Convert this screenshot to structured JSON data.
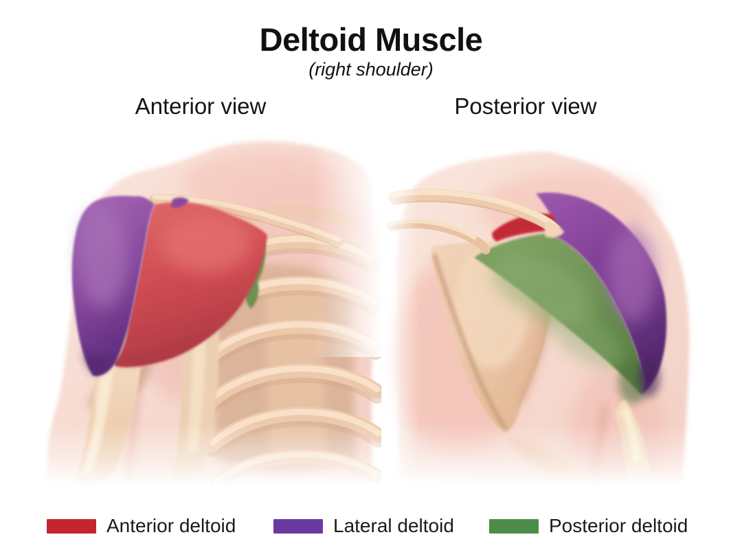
{
  "header": {
    "title": "Deltoid Muscle",
    "subtitle": "(right shoulder)"
  },
  "views": [
    {
      "label": "Anterior view"
    },
    {
      "label": "Posterior view"
    }
  ],
  "legend": {
    "items": [
      {
        "label": "Anterior deltoid",
        "color": "#c4252c"
      },
      {
        "label": "Lateral deltoid",
        "color": "#6b3aa0"
      },
      {
        "label": "Posterior deltoid",
        "color": "#4e8c49"
      }
    ]
  },
  "colors": {
    "anterior_deltoid_fill": "#ce4b52",
    "lateral_deltoid_fill": "#8a4aa0",
    "posterior_deltoid_fill": "#6f9355",
    "tendon_teal": "#2fa9b8",
    "bone": "#eecbad",
    "skin": "#f7dcd2",
    "background": "#ffffff"
  }
}
